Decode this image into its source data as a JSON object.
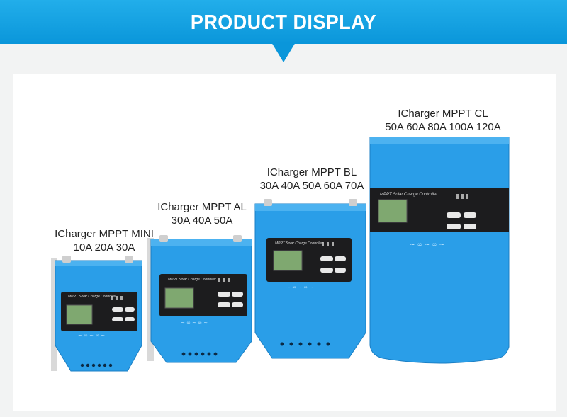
{
  "banner": {
    "title": "PRODUCT DISPLAY"
  },
  "colors": {
    "banner": "#0a96da",
    "product_body": "#2a9ee8",
    "display_panel": "#1c1c1e",
    "lcd_screen": "#7fa870"
  },
  "products": [
    {
      "name": "ICharger MPPT MINI",
      "ratings": "10A 20A 30A",
      "panel_text": "MPPT Solar Charge Controller"
    },
    {
      "name": "ICharger MPPT AL",
      "ratings": "30A 40A 50A",
      "panel_text": "MPPT Solar Charge Controller"
    },
    {
      "name": "ICharger MPPT BL",
      "ratings": "30A 40A 50A 60A 70A",
      "panel_text": "MPPT Solar Charge Controller"
    },
    {
      "name": "ICharger MPPT CL",
      "ratings": "50A 60A 80A 100A 120A",
      "panel_text": "MPPT Solar Charge Controller"
    }
  ]
}
